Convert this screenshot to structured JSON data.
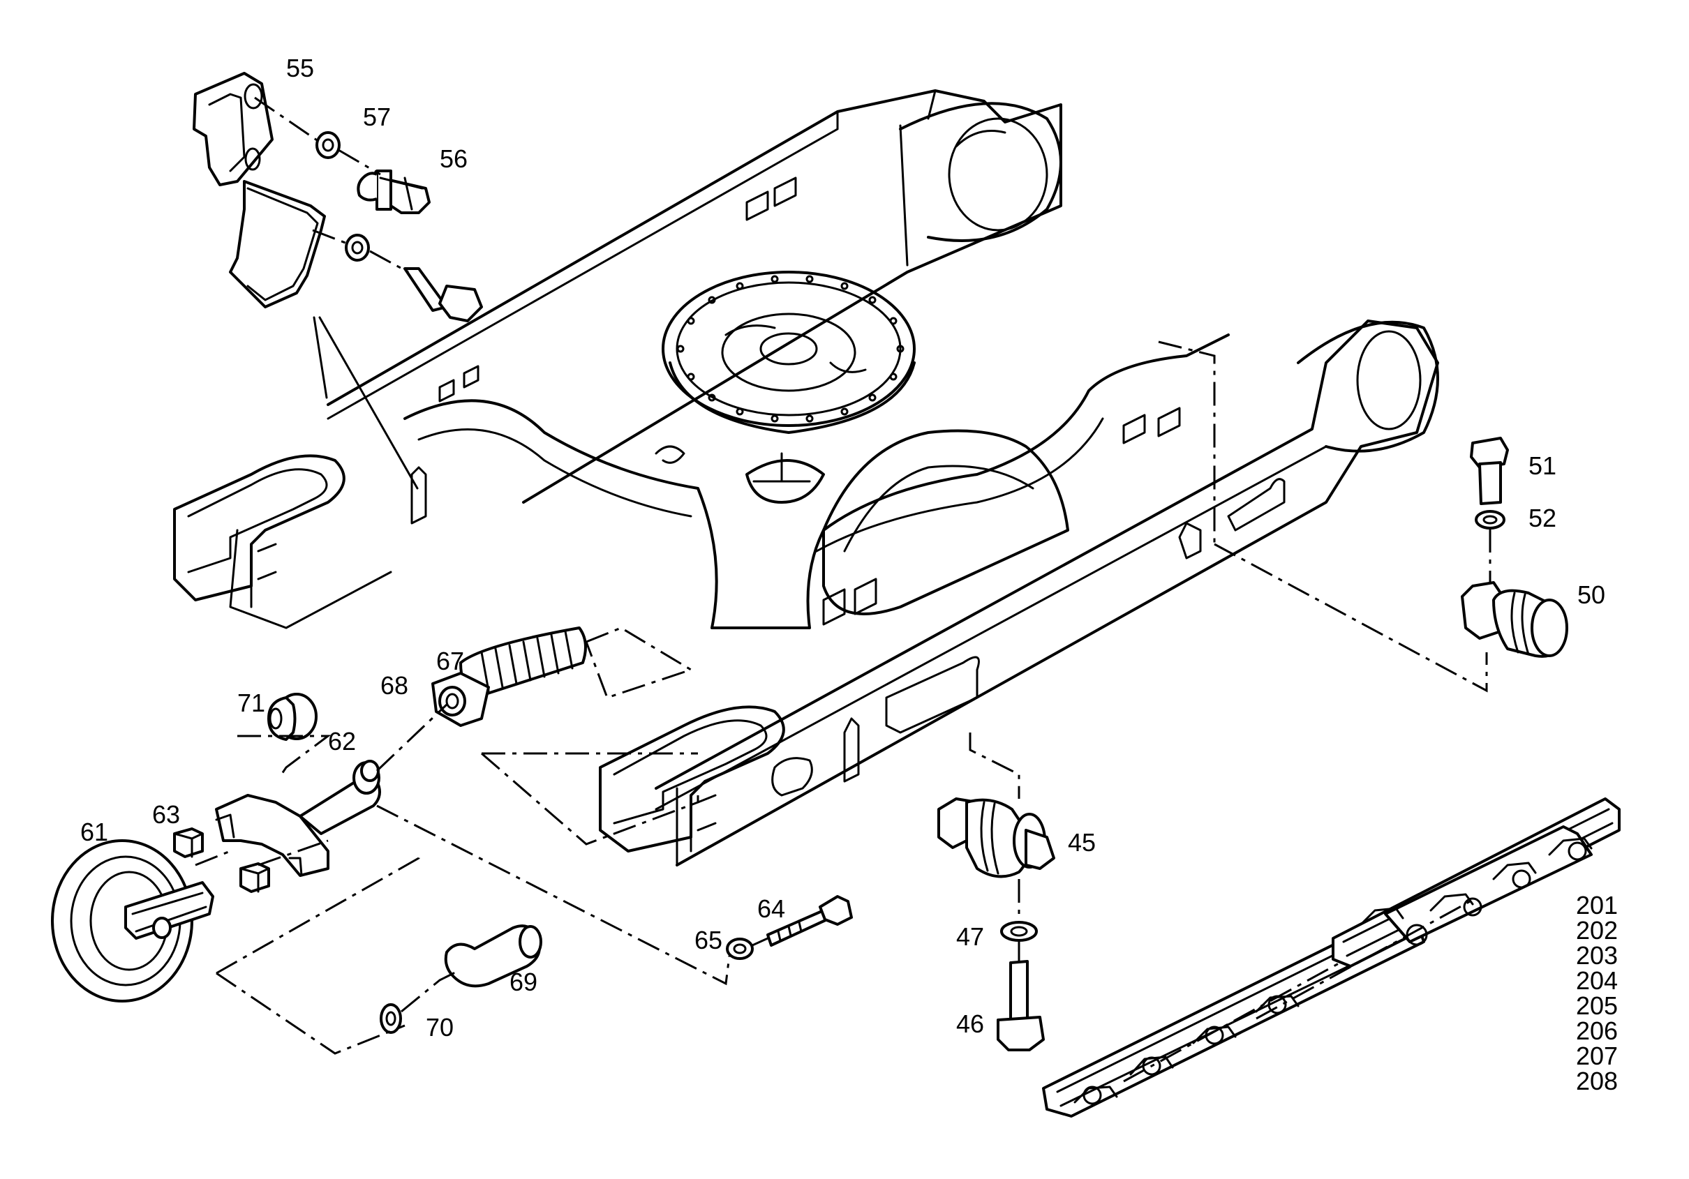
{
  "callouts": {
    "p55": "55",
    "p57": "57",
    "p56": "56",
    "p51": "51",
    "p52": "52",
    "p50": "50",
    "p67": "67",
    "p68": "68",
    "p71": "71",
    "p62": "62",
    "p61": "61",
    "p63": "63",
    "p64": "64",
    "p65": "65",
    "p69": "69",
    "p70": "70",
    "p45": "45",
    "p47": "47",
    "p46": "46"
  },
  "track_chain_parts": [
    "201",
    "202",
    "203",
    "204",
    "205",
    "206",
    "207",
    "208"
  ]
}
